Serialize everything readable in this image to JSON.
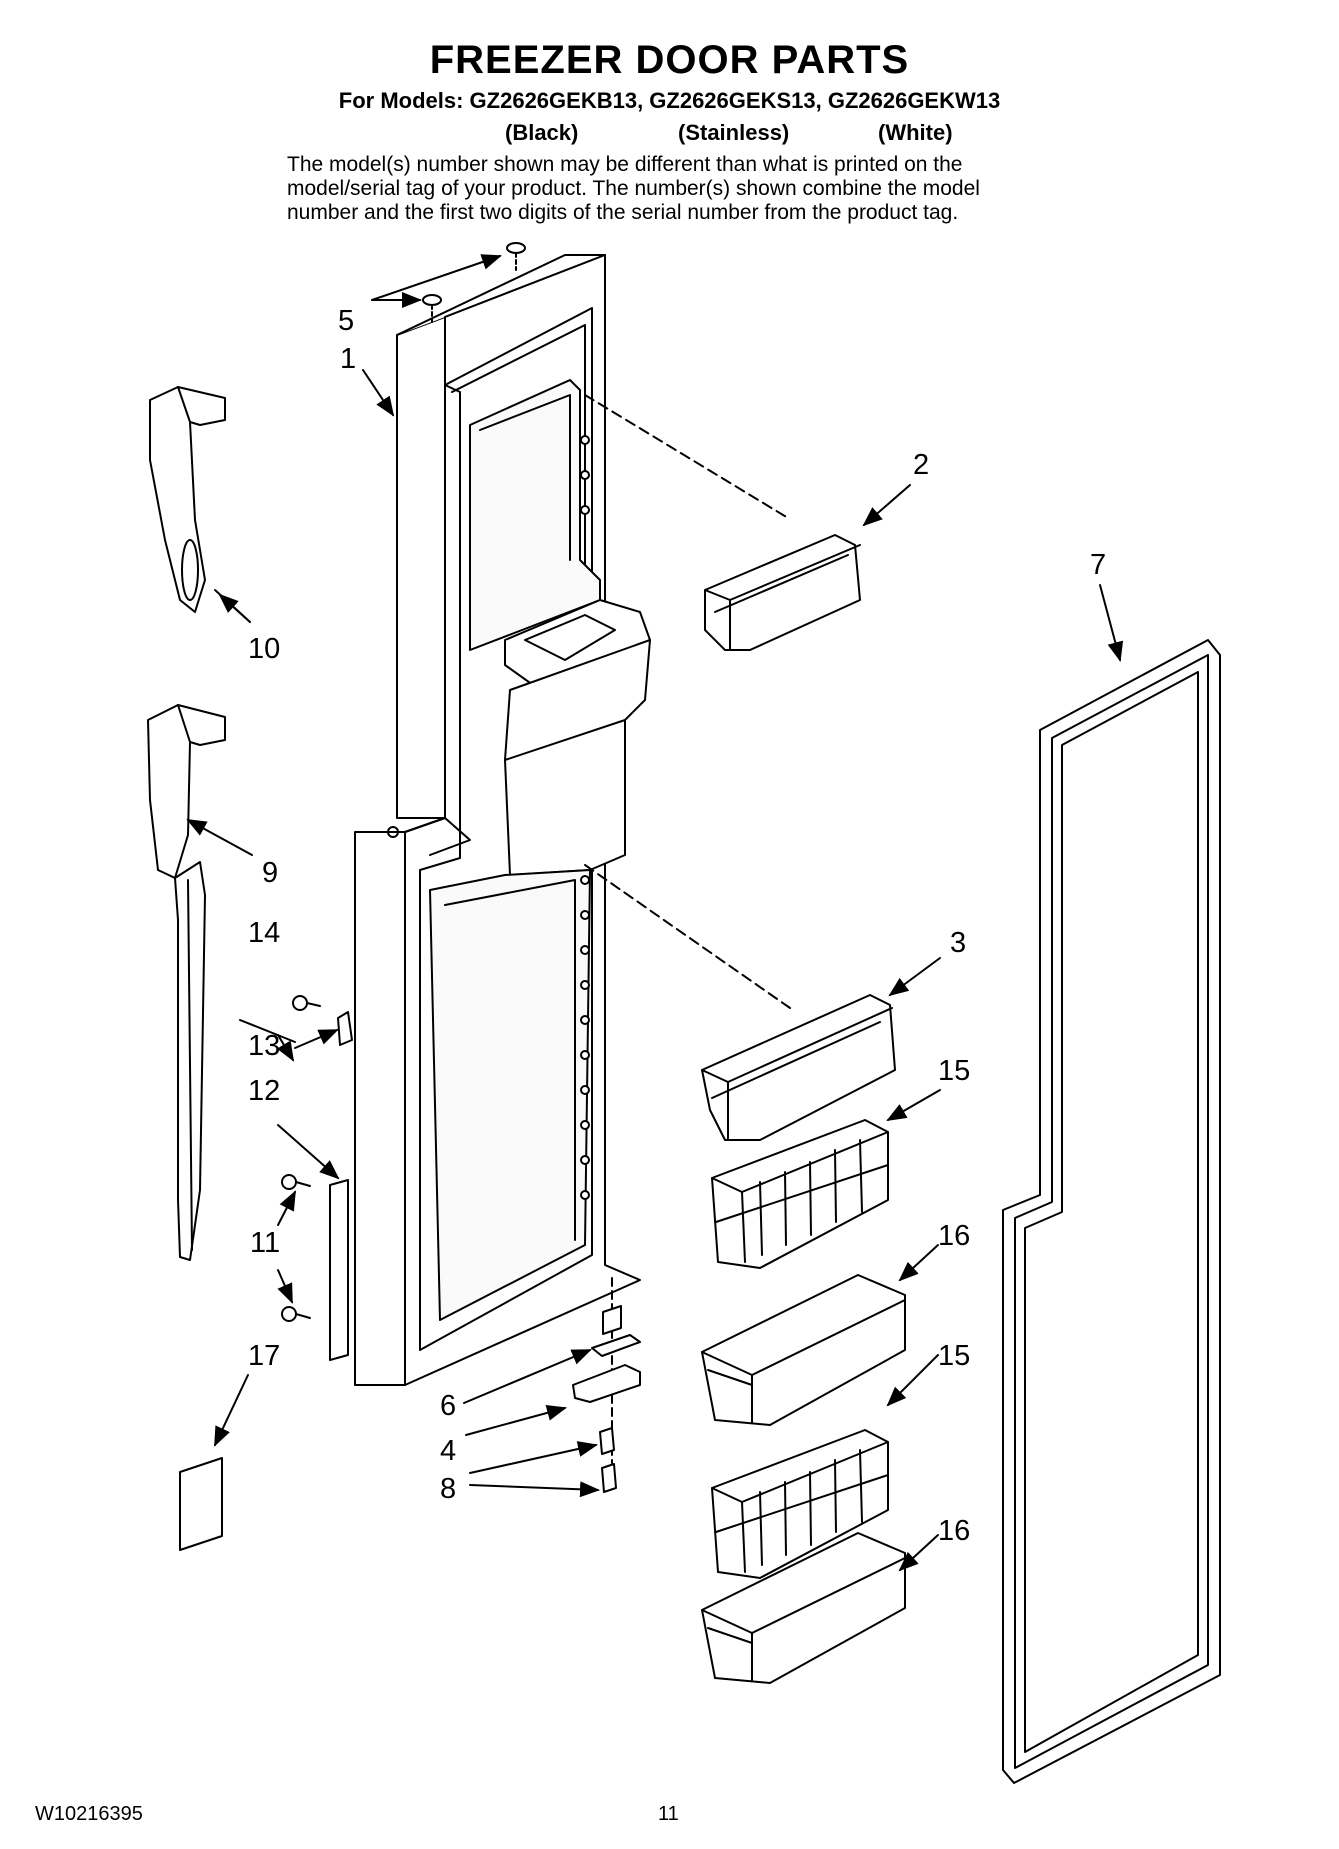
{
  "header": {
    "title": "FREEZER DOOR PARTS",
    "models": "For Models: GZ2626GEKB13, GZ2626GEKS13, GZ2626GEKW13",
    "finishes": [
      "(Black)",
      "(Stainless)",
      "(White)"
    ],
    "note_lines": [
      "The model(s) number shown may be different than what is printed on the",
      "model/serial tag of your product. The number(s) shown combine the model",
      "number and the first two digits of the serial number from the product tag."
    ]
  },
  "callouts": {
    "c1": "1",
    "c2": "2",
    "c3": "3",
    "c4": "4",
    "c5": "5",
    "c6": "6",
    "c7": "7",
    "c8": "8",
    "c9": "9",
    "c10": "10",
    "c11": "11",
    "c12": "12",
    "c13": "13",
    "c14": "14",
    "c15a": "15",
    "c15b": "15",
    "c16a": "16",
    "c16b": "16",
    "c17": "17"
  },
  "footer": {
    "doc_number": "W10216395",
    "page_number": "11"
  }
}
